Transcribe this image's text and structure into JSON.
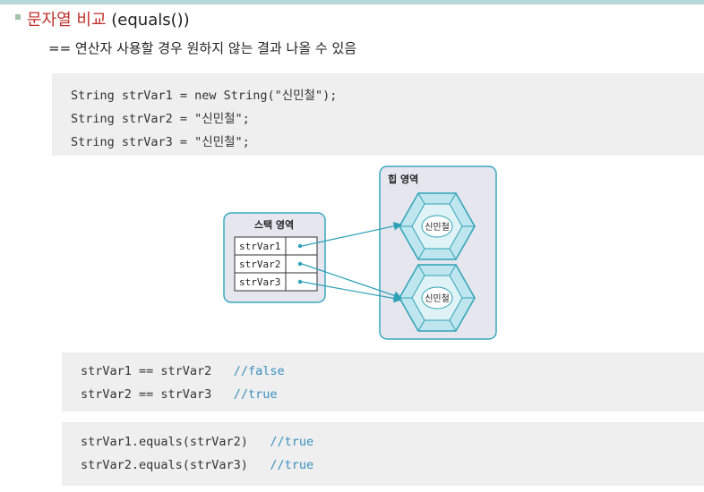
{
  "header": {
    "title": "문자열 비교",
    "title_paren": "(equals())",
    "subtitle": "== 연산자 사용할 경우 원하지 않는 결과 나올 수 있음"
  },
  "code_block_1": {
    "lines": [
      "String strVar1 = new String(\"신민철\");",
      "String strVar2 = \"신민철\";",
      "String strVar3 = \"신민철\";"
    ]
  },
  "diagram": {
    "heap_label": "힙 영역",
    "stack_label": "스택 영역",
    "stack_vars": [
      "strVar1",
      "strVar2",
      "strVar3"
    ],
    "heap_objects": [
      "신민철",
      "신민철"
    ]
  },
  "code_block_2": {
    "lines": [
      {
        "code": "strVar1 == strVar2   ",
        "comment": "//false"
      },
      {
        "code": "strVar2 == strVar3   ",
        "comment": "//true"
      }
    ]
  },
  "code_block_3": {
    "lines": [
      {
        "code": "strVar1.equals(strVar2)   ",
        "comment": "//true"
      },
      {
        "code": "strVar2.equals(strVar3)   ",
        "comment": "//true"
      }
    ]
  },
  "colors": {
    "title_red": "#c0302b",
    "teal": "#2ea2b7",
    "comment_blue": "#3a8fc0",
    "code_bg": "#efefef"
  }
}
